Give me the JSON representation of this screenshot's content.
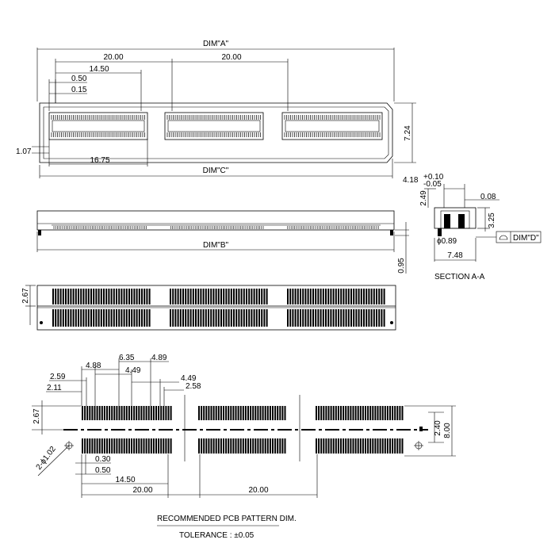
{
  "top_view": {
    "dim_a": "DIM\"A\"",
    "dim_c": "DIM\"C\"",
    "d_20_left": "20.00",
    "d_20_right": "20.00",
    "d_1450": "14.50",
    "d_050": "0.50",
    "d_015": "0.15",
    "d_107": "1.07",
    "d_1675": "16.75",
    "d_724": "7.24"
  },
  "side_view": {
    "dim_b": "DIM\"B\"",
    "d_095": "0.95"
  },
  "bottom_view": {
    "d_267": "2.67"
  },
  "section": {
    "d_418": "4.18",
    "d_tol_plus": "+0.10",
    "d_tol_minus": "-0.05",
    "d_008": "0.08",
    "d_249": "2.49",
    "d_325": "3.25",
    "d_phi": "ϕ0.89",
    "d_748": "7.48",
    "dim_d": "DIM\"D\"",
    "label": "SECTION  A-A"
  },
  "pcb": {
    "d_259": "2.59",
    "d_211": "2.11",
    "d_488a": "4.88",
    "d_635": "6.35",
    "d_489": "4.89",
    "d_449a": "4.49",
    "d_449b": "4.49",
    "d_258": "2.58",
    "d_267": "2.67",
    "d_240": "2.40",
    "d_800": "8.00",
    "d_hole": "2-ϕ1.02",
    "d_030": "0.30",
    "d_050": "0.50",
    "d_1450": "14.50",
    "d_20_left": "20.00",
    "d_20_right": "20.00"
  },
  "footer": {
    "title": "RECOMMENDED PCB PATTERN DIM.",
    "tolerance": "TOLERANCE : ±0.05"
  }
}
